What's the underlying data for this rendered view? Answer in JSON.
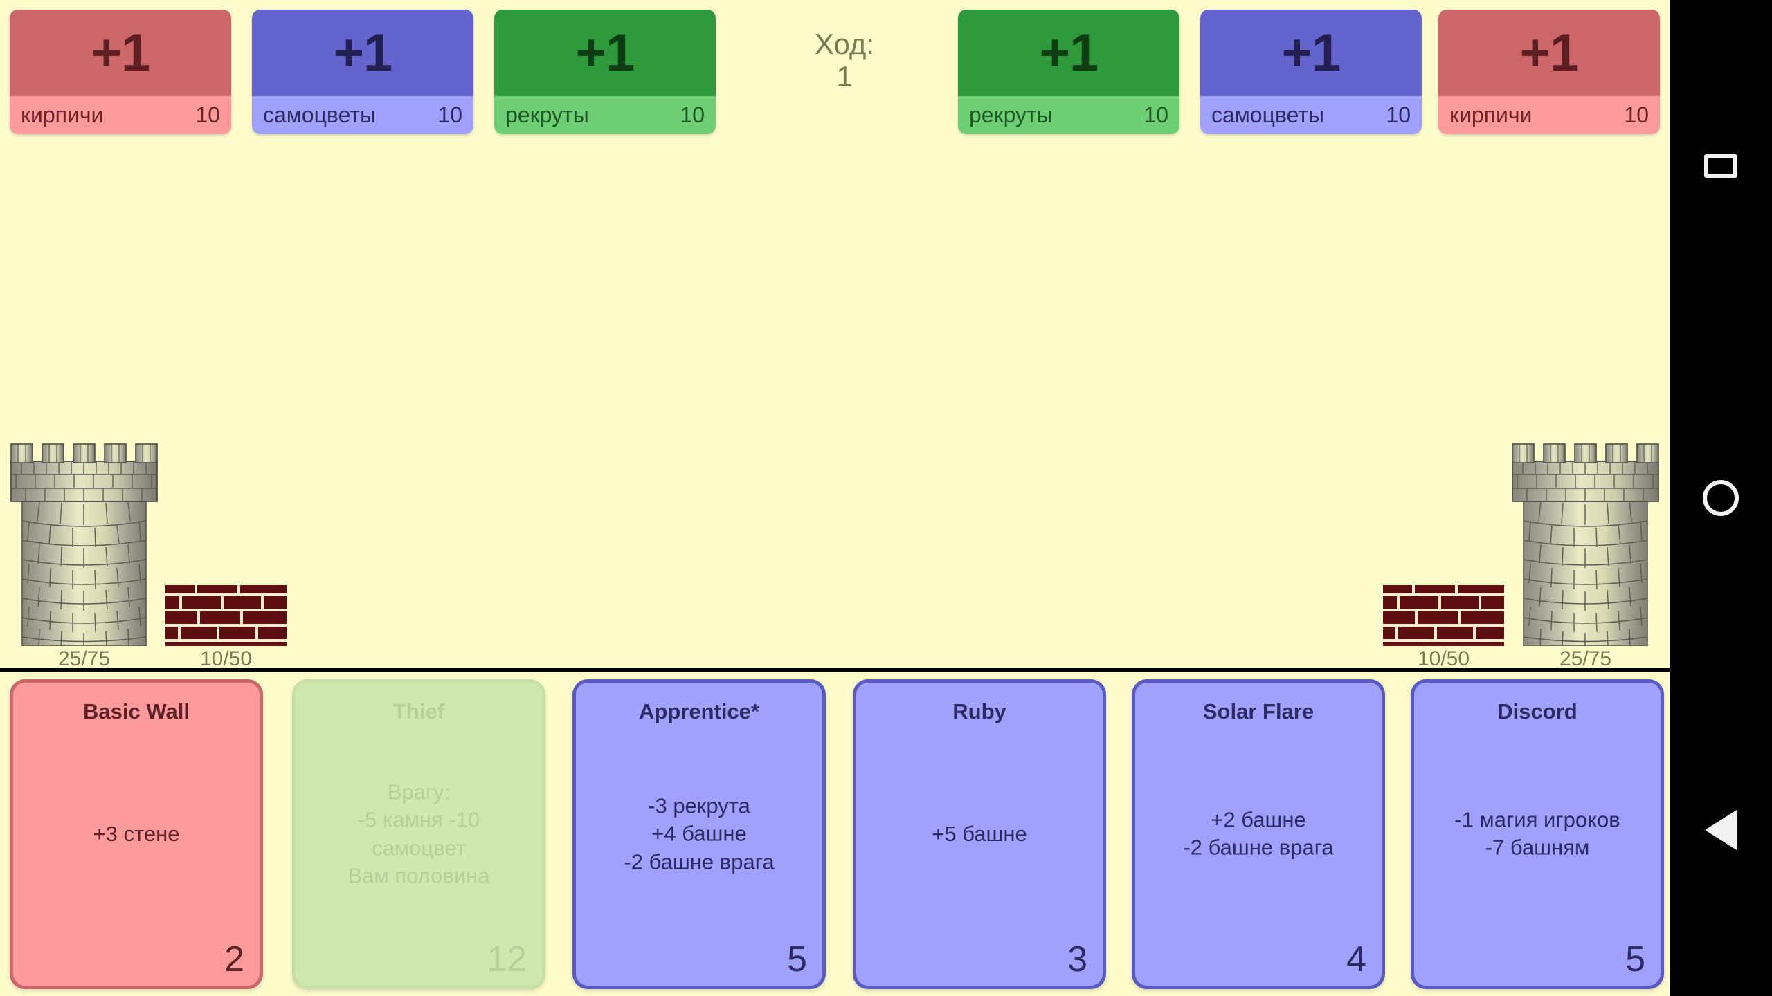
{
  "background_color": "#fffccc",
  "turn": {
    "label": "Ход:",
    "value": "1"
  },
  "resources": {
    "player": [
      {
        "name": "brick",
        "label": "кирпичи",
        "delta": "+1",
        "amount": "10",
        "color": "#cc6668"
      },
      {
        "name": "gem",
        "label": "самоцветы",
        "delta": "+1",
        "amount": "10",
        "color": "#6364cd"
      },
      {
        "name": "recruit",
        "label": "рекруты",
        "delta": "+1",
        "amount": "10",
        "color": "#2e9a3b"
      }
    ],
    "enemy": [
      {
        "name": "recruit",
        "label": "рекруты",
        "delta": "+1",
        "amount": "10",
        "color": "#2e9a3b"
      },
      {
        "name": "gem",
        "label": "самоцветы",
        "delta": "+1",
        "amount": "10",
        "color": "#6364cd"
      },
      {
        "name": "brick",
        "label": "кирпичи",
        "delta": "+1",
        "amount": "10",
        "color": "#cc6668"
      }
    ]
  },
  "field": {
    "player": {
      "tower": {
        "current": 25,
        "max": 75,
        "text": "25/75"
      },
      "wall": {
        "current": 10,
        "max": 50,
        "text": "10/50"
      }
    },
    "enemy": {
      "tower": {
        "current": 25,
        "max": 75,
        "text": "25/75"
      },
      "wall": {
        "current": 10,
        "max": 50,
        "text": "10/50"
      }
    }
  },
  "hand": [
    {
      "title": "Basic Wall",
      "text": "+3 стене",
      "cost": "2",
      "style": "red",
      "enabled": true
    },
    {
      "title": "Thief",
      "text": "Врагу:\n-5 камня -10\nсамоцвет\nВам половина",
      "cost": "12",
      "style": "disabled",
      "enabled": false
    },
    {
      "title": "Apprentice*",
      "text": "-3 рекрута\n+4 башне\n-2 башне врага",
      "cost": "5",
      "style": "blue",
      "enabled": true
    },
    {
      "title": "Ruby",
      "text": "+5 башне",
      "cost": "3",
      "style": "blue",
      "enabled": true
    },
    {
      "title": "Solar Flare",
      "text": "+2 башне\n-2 башне врага",
      "cost": "4",
      "style": "blue",
      "enabled": true
    },
    {
      "title": "Discord",
      "text": "-1 магия игроков\n-7 башням",
      "cost": "5",
      "style": "blue",
      "enabled": true
    }
  ],
  "navbar": {
    "recents": "recents-square-icon",
    "home": "home-circle-icon",
    "back": "back-triangle-icon"
  }
}
